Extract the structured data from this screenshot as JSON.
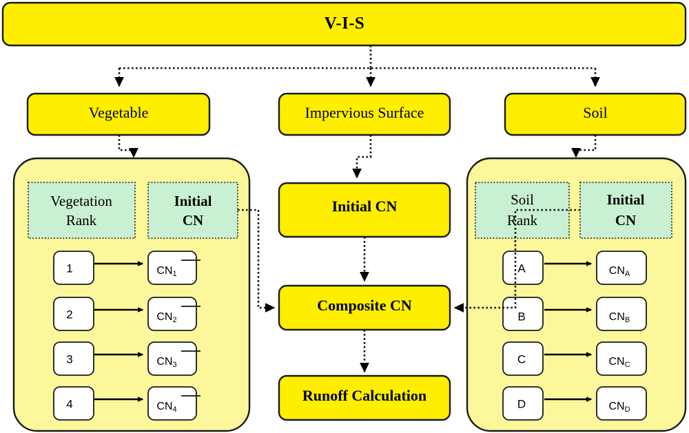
{
  "diagram": {
    "title": "V-I-S",
    "root": {
      "label": "V-I-S"
    },
    "stages": [
      {
        "id": "vegetable",
        "label": "Vegetable"
      },
      {
        "id": "impervious",
        "label": "Impervious Surface"
      },
      {
        "id": "soil",
        "label": "Soil"
      }
    ],
    "center_nodes": [
      {
        "id": "initial-cn",
        "label": "Initial CN"
      },
      {
        "id": "composite-cn",
        "label": "Composite CN"
      },
      {
        "id": "runoff",
        "label": "Runoff Calculation"
      }
    ],
    "left_panel": {
      "id": "vegetation-panel",
      "headers": [
        {
          "id": "vegetation-rank-header",
          "line1": "Vegetation",
          "line2": "Rank",
          "bold": false
        },
        {
          "id": "initial-cn-header-left",
          "line1": "Initial",
          "line2": "CN",
          "bold": true
        }
      ],
      "rows": [
        {
          "rank": "1",
          "cn_base": "CN",
          "cn_sub": "1"
        },
        {
          "rank": "2",
          "cn_base": "CN",
          "cn_sub": "2"
        },
        {
          "rank": "3",
          "cn_base": "CN",
          "cn_sub": "3"
        },
        {
          "rank": "4",
          "cn_base": "CN",
          "cn_sub": "4"
        }
      ]
    },
    "right_panel": {
      "id": "soil-panel",
      "headers": [
        {
          "id": "soil-rank-header",
          "line1": "Soil",
          "line2": "Rank",
          "bold": false
        },
        {
          "id": "initial-cn-header-right",
          "line1": "Initial",
          "line2": "CN",
          "bold": true
        }
      ],
      "rows": [
        {
          "rank": "A",
          "cn_base": "CN",
          "cn_sub": "A"
        },
        {
          "rank": "B",
          "cn_base": "CN",
          "cn_sub": "B"
        },
        {
          "rank": "C",
          "cn_base": "CN",
          "cn_sub": "C"
        },
        {
          "rank": "D",
          "cn_base": "CN",
          "cn_sub": "D"
        }
      ]
    },
    "colors": {
      "node_yellow": "#ffee00",
      "panel_yellow": "#fbf79a",
      "header_green": "#c9f0d2",
      "cell_white": "#ffffff",
      "stroke_black": "#1a1a1a",
      "background": "#ffffff"
    }
  }
}
